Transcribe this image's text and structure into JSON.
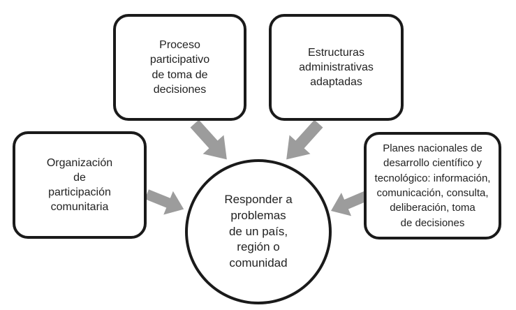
{
  "colors": {
    "arrow": "#9c9c9c",
    "border": "#1a1a1a",
    "text": "#222222",
    "bg": "#ffffff"
  },
  "center": {
    "label": "Responder a\nproblemas\nde un país,\nregión o\ncomunidad"
  },
  "boxes": [
    {
      "name": "proceso-participativo",
      "label": "Proceso\nparticipativo\nde toma de\ndecisiones"
    },
    {
      "name": "estructuras-administrativas",
      "label": "Estructuras\nadministrativas\nadaptadas"
    },
    {
      "name": "organizacion-participacion",
      "label": "Organización\nde\nparticipación\ncomunitaria"
    },
    {
      "name": "planes-nacionales",
      "label": "Planes nacionales de\ndesarrollo científico y\ntecnológico: información,\ncomunicación, consulta,\ndeliberación, toma\nde decisiones"
    }
  ]
}
